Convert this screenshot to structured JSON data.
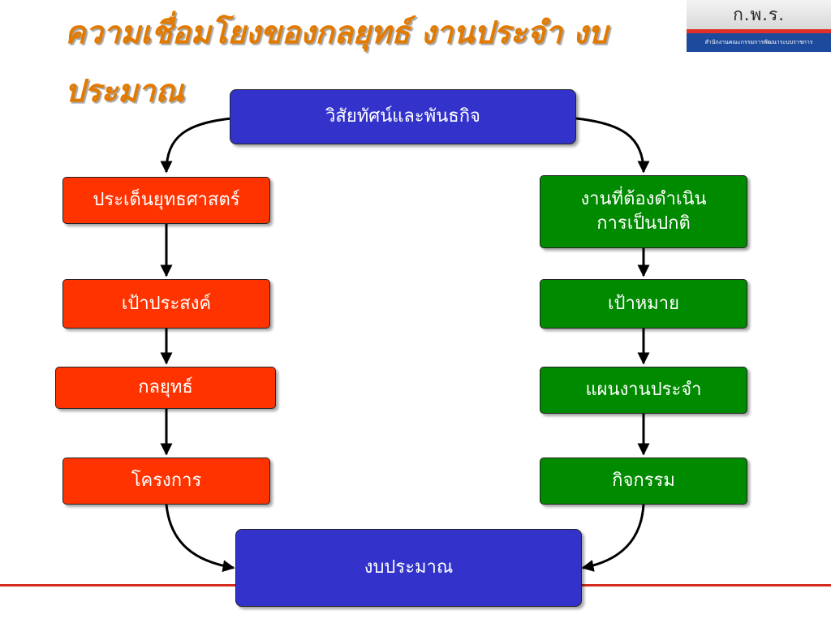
{
  "title": "ความเชื่อมโยงของกลยุทธ์ งานประจำ งบประมาณ",
  "logo": {
    "name": "ก.พ.ร.",
    "subtitle": "สำนักงานคณะกรรมการพัฒนาระบบราชการ"
  },
  "diagram": {
    "top_box": "วิสัยทัศน์และพันธกิจ",
    "bottom_box": "งบประมาณ",
    "strategy_column": [
      "ประเด็นยุทธศาสตร์",
      "เป้าประสงค์",
      "กลยุทธ์",
      "โครงการ"
    ],
    "routine_column": [
      "งานที่ต้องดำเนิน\nการเป็นปกติ",
      "เป้าหมาย",
      "แผนงานประจำ",
      "กิจกรรม"
    ]
  },
  "colors": {
    "title": "#e37a00",
    "blue_box": "#3333cc",
    "strategy_box": "#ff3300",
    "routine_box": "#008a00",
    "bottom_line": "#d42b1e"
  }
}
